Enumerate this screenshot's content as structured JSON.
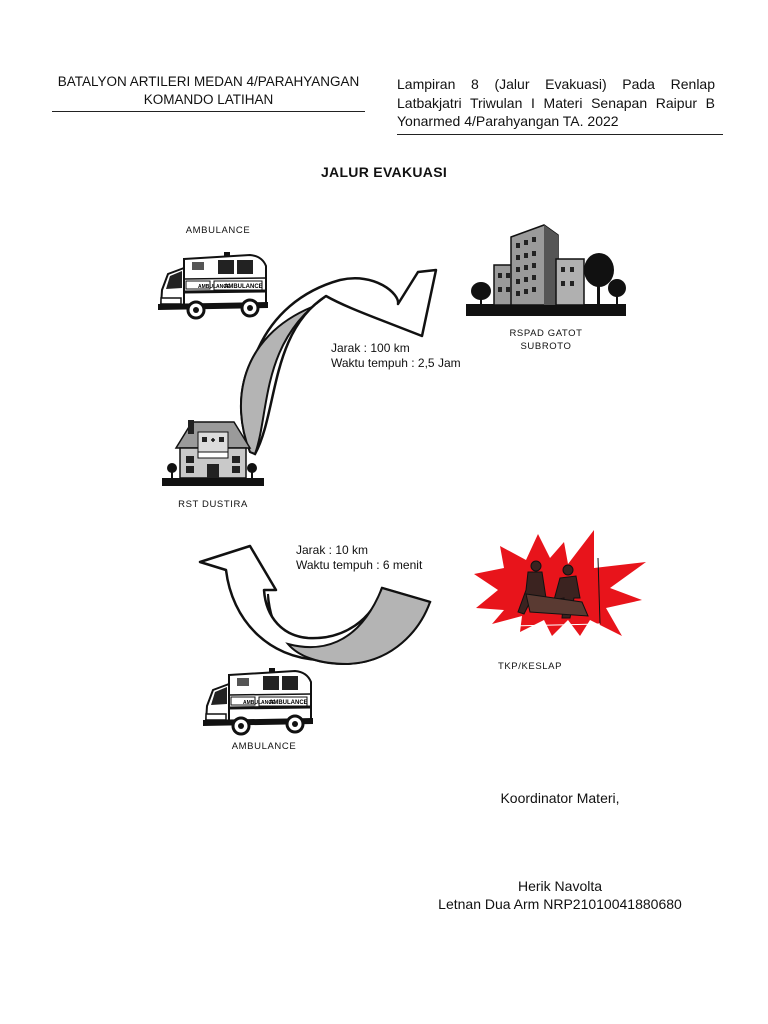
{
  "header": {
    "left_line1": "BATALYON ARTILERI MEDAN 4/PARAHYANGAN",
    "left_line2": "KOMANDO LATIHAN",
    "right_text": "Lampiran 8 (Jalur Evakuasi) Pada Renlap Latbakjatri Triwulan I Materi Senapan Raipur B Yonarmed 4/Parahyangan TA. 2022"
  },
  "title": "JALUR EVAKUASI",
  "labels": {
    "ambulance_top": "AMBULANCE",
    "rspad_line1": "RSPAD GATOT",
    "rspad_line2": "SUBROTO",
    "rst_dustira": "RST DUSTIRA",
    "tkp": "TKP/KESLAP",
    "ambulance_bottom": "AMBULANCE"
  },
  "route_upper": {
    "distance": "Jarak : 100 km",
    "time": "Waktu tempuh : 2,5 Jam"
  },
  "route_lower": {
    "distance": "Jarak : 10 km",
    "time": "Waktu tempuh : 6 menit"
  },
  "signature": {
    "role": "Koordinator Materi,",
    "name": "Herik Navolta",
    "rank": "Letnan Dua Arm NRP21010041880680"
  },
  "vehicle_text": {
    "side": "AMBULANCE",
    "front": "AMBULANCE"
  },
  "colors": {
    "burst_red": "#e8141b",
    "arrow_gray": "#b4b4b4",
    "building_gray": "#9a9a9a"
  }
}
